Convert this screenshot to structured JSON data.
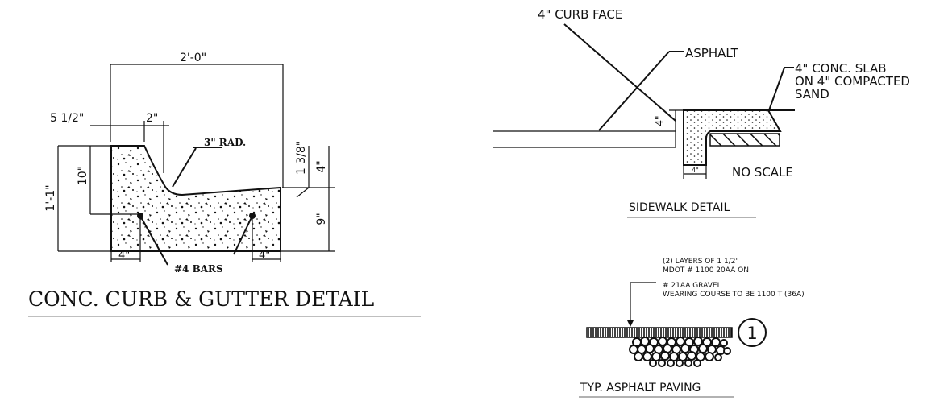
{
  "curb_gutter": {
    "title": "CONC. CURB & GUTTER DETAIL",
    "dims": {
      "overall_width": "2'-0\"",
      "top_width": "5 1/2\"",
      "face_offset": "2\"",
      "radius": "3\" RAD.",
      "curb_height": "10\"",
      "overall_height": "1'-1\"",
      "lip": "1 3/8\"",
      "edge_drop": "4\"",
      "gutter_depth": "9\"",
      "bar_offset_left": "4\"",
      "bar_offset_right": "4\"",
      "bars": "#4 BARS"
    }
  },
  "sidewalk": {
    "title": "SIDEWALK DETAIL",
    "curb_face": "4\" CURB FACE",
    "asphalt": "ASPHALT",
    "slab_line1": "4\" CONC. SLAB",
    "slab_line2": "ON 4\" COMPACTED",
    "slab_line3": "SAND",
    "height": "4\"",
    "width": "4\"",
    "scale": "NO SCALE"
  },
  "asphalt_paving": {
    "title": "TYP. ASPHALT PAVING",
    "note1": "(2) LAYERS OF 1 1/2\"",
    "note2": "MDOT # 1100 20AA ON",
    "note3": "# 21AA GRAVEL",
    "note4": "WEARING COURSE TO BE 1100 T (36A)",
    "callout": "1"
  }
}
